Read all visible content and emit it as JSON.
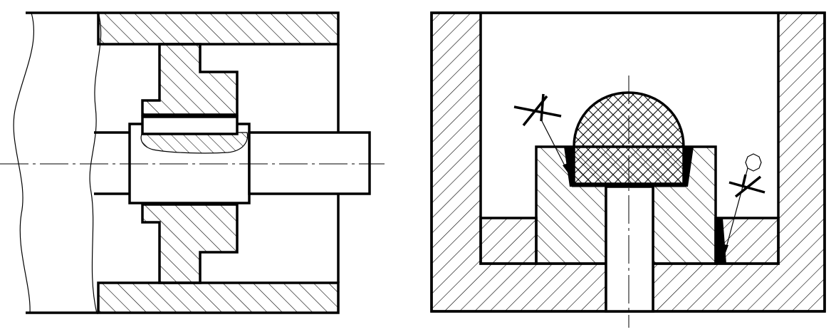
{
  "drawing": {
    "stroke_color": "#000000",
    "background": "#ffffff",
    "left_view": {
      "parts": [
        "break-line",
        "housing-top-wall",
        "housing-bottom-wall",
        "upper-bushing",
        "lower-bushing",
        "shaft",
        "key",
        "bushing-hub"
      ]
    },
    "right_view": {
      "parts": [
        "housing",
        "cavity",
        "left-spacer",
        "center-block",
        "right-spacer",
        "spherical-head",
        "pin",
        "fillet-weld-symbol-left",
        "fillet-weld-symbol-right"
      ],
      "weld_marks": [
        "left",
        "right"
      ],
      "right_weld_all_round": true
    },
    "center_lines": [
      "left-horizontal-axis",
      "right-vertical-axis"
    ]
  }
}
